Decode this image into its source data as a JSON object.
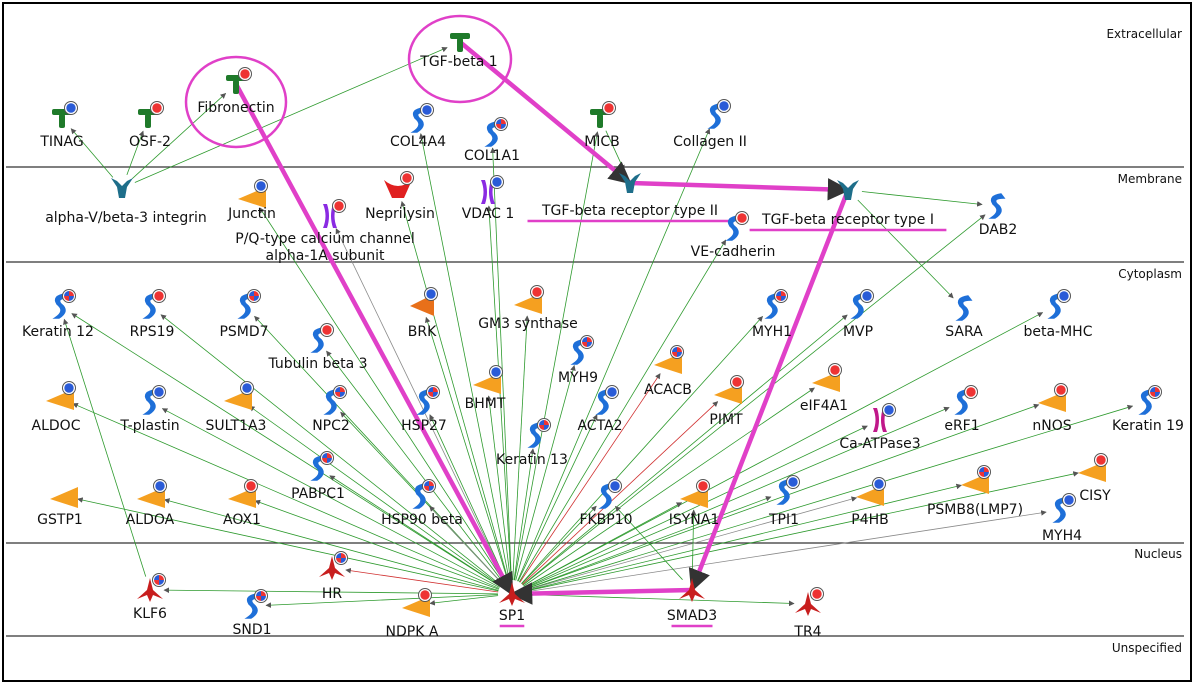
{
  "compartments": [
    "Extracellular",
    "Membrane",
    "Cytoplasm",
    "Nucleus",
    "Unspecified"
  ],
  "nodes": [
    {
      "id": "tgfb1",
      "label": "TGF-beta 1",
      "shape": "ligand",
      "color": "#1f7a2a",
      "badge": "none",
      "highlighted": true
    },
    {
      "id": "fn",
      "label": "Fibronectin",
      "shape": "ligand",
      "color": "#1f7a2a",
      "badge": "red",
      "highlighted": true
    },
    {
      "id": "tinag",
      "label": "TINAG",
      "shape": "ligand",
      "color": "#1f7a2a",
      "badge": "blue"
    },
    {
      "id": "osf2",
      "label": "OSF-2",
      "shape": "ligand",
      "color": "#1f7a2a",
      "badge": "red"
    },
    {
      "id": "col4a4",
      "label": "COL4A4",
      "shape": "generic",
      "color": "#1e6fd8",
      "badge": "blue"
    },
    {
      "id": "col1a1",
      "label": "COL1A1",
      "shape": "generic",
      "color": "#1e6fd8",
      "badge": "mixed"
    },
    {
      "id": "micb",
      "label": "MICB",
      "shape": "ligand",
      "color": "#1f7a2a",
      "badge": "red"
    },
    {
      "id": "col2",
      "label": "Collagen II",
      "shape": "generic",
      "color": "#1e6fd8",
      "badge": "blue"
    },
    {
      "id": "itg",
      "label": "alpha-V/beta-3 integrin",
      "shape": "receptor",
      "color": "#1e6e8a",
      "badge": "none"
    },
    {
      "id": "junctin",
      "label": "Junctin",
      "shape": "enzyme",
      "color": "#f5a020",
      "badge": "blue"
    },
    {
      "id": "pq",
      "label": "P/Q-type calcium channel\nalpha-1A subunit",
      "shape": "channel",
      "color": "#8a2be2",
      "badge": "red"
    },
    {
      "id": "nep",
      "label": "Neprilysin",
      "shape": "protease",
      "color": "#e02020",
      "badge": "red"
    },
    {
      "id": "vdac",
      "label": "VDAC 1",
      "shape": "channel",
      "color": "#8a2be2",
      "badge": "blue"
    },
    {
      "id": "tgfbr2",
      "label": "TGF-beta receptor type II",
      "shape": "receptor",
      "color": "#1e6e8a",
      "badge": "none",
      "highlighted": true
    },
    {
      "id": "tgfbr1",
      "label": "TGF-beta receptor type I",
      "shape": "receptor",
      "color": "#1e6e8a",
      "badge": "none",
      "highlighted": true
    },
    {
      "id": "vecad",
      "label": "VE-cadherin",
      "shape": "generic",
      "color": "#1e6fd8",
      "badge": "red"
    },
    {
      "id": "dab2",
      "label": "DAB2",
      "shape": "generic",
      "color": "#1e6fd8",
      "badge": "none"
    },
    {
      "id": "krt12",
      "label": "Keratin 12",
      "shape": "generic",
      "color": "#1e6fd8",
      "badge": "mixed"
    },
    {
      "id": "rps19",
      "label": "RPS19",
      "shape": "generic",
      "color": "#1e6fd8",
      "badge": "red"
    },
    {
      "id": "psmd7",
      "label": "PSMD7",
      "shape": "generic",
      "color": "#1e6fd8",
      "badge": "mixed"
    },
    {
      "id": "tubb3",
      "label": "Tubulin beta 3",
      "shape": "generic",
      "color": "#1e6fd8",
      "badge": "red"
    },
    {
      "id": "brk",
      "label": "BRK",
      "shape": "kinase",
      "color": "#e8701a",
      "badge": "blue"
    },
    {
      "id": "gm3",
      "label": "GM3 synthase",
      "shape": "enzyme",
      "color": "#f5a020",
      "badge": "red"
    },
    {
      "id": "myh9",
      "label": "MYH9",
      "shape": "generic",
      "color": "#1e6fd8",
      "badge": "mixed"
    },
    {
      "id": "myh1",
      "label": "MYH1",
      "shape": "generic",
      "color": "#1e6fd8",
      "badge": "mixed"
    },
    {
      "id": "mvp",
      "label": "MVP",
      "shape": "generic",
      "color": "#1e6fd8",
      "badge": "blue"
    },
    {
      "id": "sara",
      "label": "SARA",
      "shape": "generic",
      "color": "#1e6fd8",
      "badge": "none"
    },
    {
      "id": "bmhc",
      "label": "beta-MHC",
      "shape": "generic",
      "color": "#1e6fd8",
      "badge": "blue"
    },
    {
      "id": "aldoc",
      "label": "ALDOC",
      "shape": "enzyme",
      "color": "#f5a020",
      "badge": "blue"
    },
    {
      "id": "tplastin",
      "label": "T-plastin",
      "shape": "generic",
      "color": "#1e6fd8",
      "badge": "blue"
    },
    {
      "id": "sult1a3",
      "label": "SULT1A3",
      "shape": "enzyme",
      "color": "#f5a020",
      "badge": "blue"
    },
    {
      "id": "npc2",
      "label": "NPC2",
      "shape": "generic",
      "color": "#1e6fd8",
      "badge": "mixed"
    },
    {
      "id": "hsp27",
      "label": "HSP27",
      "shape": "generic",
      "color": "#1e6fd8",
      "badge": "mixed"
    },
    {
      "id": "bhmt",
      "label": "BHMT",
      "shape": "enzyme",
      "color": "#f5a020",
      "badge": "blue"
    },
    {
      "id": "acacb",
      "label": "ACACB",
      "shape": "enzyme",
      "color": "#f5a020",
      "badge": "mixed"
    },
    {
      "id": "acta2",
      "label": "ACTA2",
      "shape": "generic",
      "color": "#1e6fd8",
      "badge": "blue"
    },
    {
      "id": "pimt",
      "label": "PIMT",
      "shape": "enzyme",
      "color": "#f5a020",
      "badge": "red"
    },
    {
      "id": "eif4a1",
      "label": "eIF4A1",
      "shape": "enzyme",
      "color": "#f5a020",
      "badge": "red"
    },
    {
      "id": "ca3",
      "label": "Ca-ATPase3",
      "shape": "channel",
      "color": "#c0188a",
      "badge": "blue"
    },
    {
      "id": "erf1",
      "label": "eRF1",
      "shape": "generic",
      "color": "#1e6fd8",
      "badge": "red"
    },
    {
      "id": "nnos",
      "label": "nNOS",
      "shape": "enzyme",
      "color": "#f5a020",
      "badge": "red"
    },
    {
      "id": "krt19",
      "label": "Keratin 19",
      "shape": "generic",
      "color": "#1e6fd8",
      "badge": "mixed"
    },
    {
      "id": "krt13",
      "label": "Keratin 13",
      "shape": "generic",
      "color": "#1e6fd8",
      "badge": "mixed"
    },
    {
      "id": "gstp1",
      "label": "GSTP1",
      "shape": "enzyme",
      "color": "#f5a020",
      "badge": "none"
    },
    {
      "id": "aldoa",
      "label": "ALDOA",
      "shape": "enzyme",
      "color": "#f5a020",
      "badge": "blue"
    },
    {
      "id": "aox1",
      "label": "AOX1",
      "shape": "enzyme",
      "color": "#f5a020",
      "badge": "red"
    },
    {
      "id": "pabpc1",
      "label": "PABPC1",
      "shape": "generic",
      "color": "#1e6fd8",
      "badge": "mixed"
    },
    {
      "id": "hsp90b",
      "label": "HSP90 beta",
      "shape": "generic",
      "color": "#1e6fd8",
      "badge": "mixed"
    },
    {
      "id": "fkbp10",
      "label": "FKBP10",
      "shape": "generic",
      "color": "#1e6fd8",
      "badge": "blue"
    },
    {
      "id": "isyna1",
      "label": "ISYNA1",
      "shape": "enzyme",
      "color": "#f5a020",
      "badge": "red"
    },
    {
      "id": "tpi1",
      "label": "TPI1",
      "shape": "generic",
      "color": "#1e6fd8",
      "badge": "blue"
    },
    {
      "id": "p4hb",
      "label": "P4HB",
      "shape": "enzyme",
      "color": "#f5a020",
      "badge": "blue"
    },
    {
      "id": "psmb8",
      "label": "PSMB8(LMP7)",
      "shape": "enzyme",
      "color": "#f5a020",
      "badge": "mixed"
    },
    {
      "id": "cisy",
      "label": "CISY",
      "shape": "enzyme",
      "color": "#f5a020",
      "badge": "red"
    },
    {
      "id": "myh4",
      "label": "MYH4",
      "shape": "generic",
      "color": "#1e6fd8",
      "badge": "blue"
    },
    {
      "id": "klf6",
      "label": "KLF6",
      "shape": "tf",
      "color": "#c81e1e",
      "badge": "mixed"
    },
    {
      "id": "hr",
      "label": "HR",
      "shape": "tf",
      "color": "#c81e1e",
      "badge": "mixed"
    },
    {
      "id": "snd1",
      "label": "SND1",
      "shape": "generic",
      "color": "#1e6fd8",
      "badge": "mixed"
    },
    {
      "id": "ndpka",
      "label": "NDPK A",
      "shape": "enzyme",
      "color": "#f5a020",
      "badge": "red"
    },
    {
      "id": "sp1",
      "label": "SP1",
      "shape": "tf",
      "color": "#c81e1e",
      "badge": "none",
      "highlighted": true
    },
    {
      "id": "smad3",
      "label": "SMAD3",
      "shape": "tf",
      "color": "#c81e1e",
      "badge": "none",
      "highlighted": true
    },
    {
      "id": "tr4",
      "label": "TR4",
      "shape": "tf",
      "color": "#c81e1e",
      "badge": "red"
    }
  ],
  "highlight_path": [
    "fn",
    "sp1",
    "tgfb1",
    "tgfbr2",
    "tgfbr1",
    "smad3"
  ],
  "colors": {
    "activation": "#2e9a2e",
    "inhibition": "#d03030",
    "unspecified": "#8a8a8a",
    "highlight": "#e040c8",
    "badge_red": "#e33",
    "badge_blue": "#2a5bd7"
  }
}
